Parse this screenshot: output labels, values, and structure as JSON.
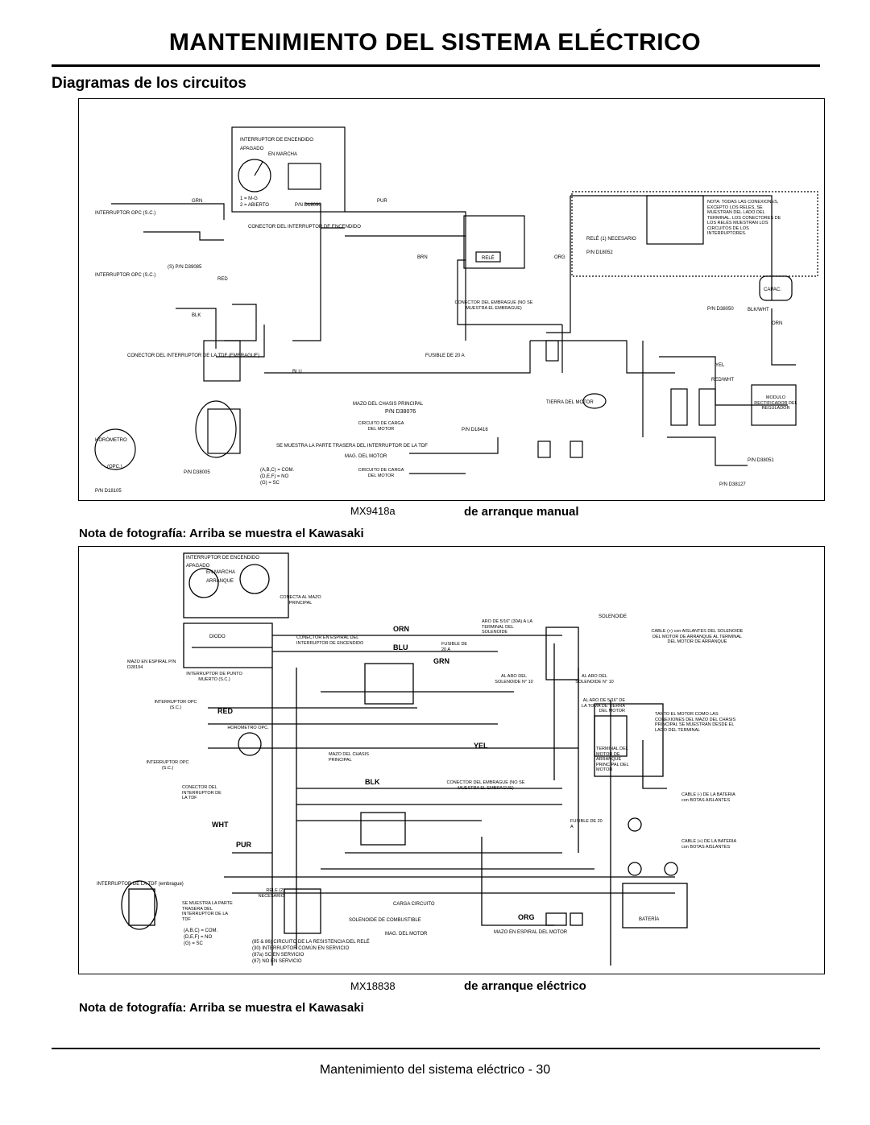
{
  "page": {
    "title": "MANTENIMIENTO DEL SISTEMA ELÉCTRICO",
    "section": "Diagramas de los circuitos",
    "footer": "Mantenimiento del sistema eléctrico - 30"
  },
  "diagram1": {
    "code": "MX9418a",
    "type": "de arranque manual",
    "note": "Nota de fotografía: Arriba se muestra el Kawasaki",
    "labels": {
      "ignition": "INTERRUPTOR DE ENCENDIDO",
      "apagado": "APAGADO",
      "en_marcha": "EN MARCHA",
      "key_mg": "1 = M-G",
      "key_abierto": "2 = ABIERTO",
      "pn_d18090": "P/N D18090",
      "interruptor_opc": "INTERRUPTOR OPC (S.C.)",
      "interruptor_opc2": "INTERRUPTOR OPC (S.C.)",
      "conector_interruptor": "CONECTOR DEL INTERRUPTOR DE ENCENDIDO",
      "conector_tdf": "CONECTOR DEL INTERRUPTOR DE LA TDF (EMBRAGUE)",
      "horometro": "HORÓMETRO",
      "opc": "(OPC.)",
      "pn_d18105": "P/N D18105",
      "pn_d38005": "P/N D38005",
      "pn_d39085": "(S) P/N D39085",
      "parte_trasera": "SE MUESTRA LA PARTE TRASERA DEL INTERRUPTOR DE LA TDF",
      "abc_com": "(A,B,C) = COM.",
      "def_no": "(D,E,F) = NO",
      "g_sc": "(G) = SC",
      "nota_reles": "NOTA: TODAS LAS CONEXIONES, EXCEPTO LOS RELÉS, SE MUESTRAN DEL LADO DEL TERMINAL. LOS CONECTORES DE LOS RELÉS MUESTRAN LOS CIRCUITOS DE LOS INTERRUPTORES.",
      "rele_necesario": "RELÉ (1) NECESARIO",
      "pn_d18052": "P/N D18052",
      "rele": "RELÉ",
      "capac": "CAPAC.",
      "pn_d38050": "P/N D38050",
      "conector_embrague": "CONECTOR DEL EMBRAGUE (NO SE MUESTRA EL EMBRAGUE)",
      "fusible": "FUSIBLE DE 20 A",
      "mazo_principal": "MAZO DEL CHASIS PRINCIPAL",
      "pn_d38076": "P/N D38076",
      "tierra_motor": "TIERRA DEL MOTOR",
      "circuito_carga": "CIRCUITO DE CARGA DEL MOTOR",
      "pn_d18416": "P/N D18416",
      "mag_motor": "MAG. DEL MOTOR",
      "circuito_carga2": "CIRCUITO DE CARGA DEL MOTOR",
      "modulo": "MÓDULO RECTIFICADOR DEL REGULADOR",
      "pn_d38051": "P/N D38051",
      "pn_d38127": "P/N D38127",
      "wires": [
        "GRN",
        "BLK",
        "RED",
        "BLU",
        "PUR",
        "BRN",
        "ORG",
        "YEL",
        "ORN",
        "BLK/WHT",
        "RED/WHT"
      ]
    }
  },
  "diagram2": {
    "code": "MX18838",
    "type": "de arranque eléctrico",
    "note": "Nota de fotografía: Arriba se muestra el Kawasaki",
    "labels": {
      "ignition": "INTERRUPTOR DE ENCENDIDO",
      "apagado": "APAGADO",
      "en_marcha": "EN MARCHA",
      "arranque": "ARRANQUE",
      "conecta_mazo": "CONECTA AL MAZO PRINCIPAL",
      "diodo": "DIODO",
      "conector_espiral": "CONECTOR EN ESPIRAL DEL INTERRUPTOR DE ENCENDIDO",
      "mazo_espiral": "MAZO EN ESPIRAL P/N D28194",
      "punto_muerto": "INTERRUPTOR DE PUNTO MUERTO (S.C.)",
      "interruptor_opc": "INTERRUPTOR OPC (S.C.)",
      "interruptor_opc2": "INTERRUPTOR OPC (S.C.)",
      "horometro": "HORÓMETRO OPC.",
      "mazo_chasis": "MAZO DEL CHASIS PRINCIPAL",
      "conector_tdf": "CONECTOR DEL INTERRUPTOR DE LA TDF",
      "conector_embrague": "CONECTOR DEL EMBRAGUE (NO SE MUESTRA EL EMBRAGUE)",
      "aro_516": "ARO DE 5/16\" (30A) A LA TERMINAL DEL SOLENOIDE",
      "solenoide": "SOLENOIDE",
      "fusible": "FUSIBLE DE 20 A",
      "aro_10a": "AL ARO DEL SOLENOIDE N° 10",
      "aro_10b": "AL ARO DEL SOLENOIDE N° 10",
      "cable_pos": "CABLE (+) con AISLANTES DEL SOLENOIDE DEL MOTOR DE ARRANQUE AL TERMINAL DEL MOTOR DE ARRANQUE",
      "aro_tierra": "AL ARO DE 5/16\" DE LA TOMA DE TIERRA DEL MOTOR",
      "tanto_motor": "TANTO EL MOTOR COMO LAS CONEXIONES DEL MAZO DEL CHASIS PRINCIPAL SE MUESTRAN DESDE EL LADO DEL TERMINAL",
      "terminal_arranque": "TERMINAL DEL MOTOR DE ARRANQUE PRINCIPAL DEL MOTOR",
      "cable_neg": "CABLE (-) DE LA BATERÍA con BOTAS AISLANTES",
      "fusible2": "FUSIBLE DE 20 A",
      "cable_pos2": "CABLE (+) DE LA BATERÍA con BOTAS AISLANTES",
      "tdf_embrague": "INTERRUPTOR DE LA TDF (embrague)",
      "parte_trasera": "SE MUESTRA LA PARTE TRASERA DEL INTERRUPTOR DE LA TDF",
      "abc_com": "(A,B,C) = COM.",
      "def_no": "(D,E,F) = NO",
      "g_sc": "(G) = SC",
      "rele2": "RELÉ (2) NECESARIO",
      "carga_circuito": "CARGA CIRCUITO",
      "solenoide_combustible": "SOLENOIDE DE COMBUSTIBLE",
      "mag_motor": "MAG. DEL MOTOR",
      "mazo_espiral_motor": "MAZO EN ESPIRAL DEL MOTOR",
      "bateria": "BATERÍA",
      "rele_legend": [
        "(85 & 86) CIRCUITO DE LA RESISTENCIA DEL RELÉ",
        "(30) INTERRUPTOR COMÚN EN SERVICIO",
        "(87a) SC EN SERVICIO",
        "(87) NO EN SERVICIO"
      ],
      "wires": [
        "ORN",
        "BLU",
        "GRN",
        "RED",
        "BLK",
        "YEL",
        "WHT",
        "PUR",
        "ORG"
      ]
    }
  }
}
